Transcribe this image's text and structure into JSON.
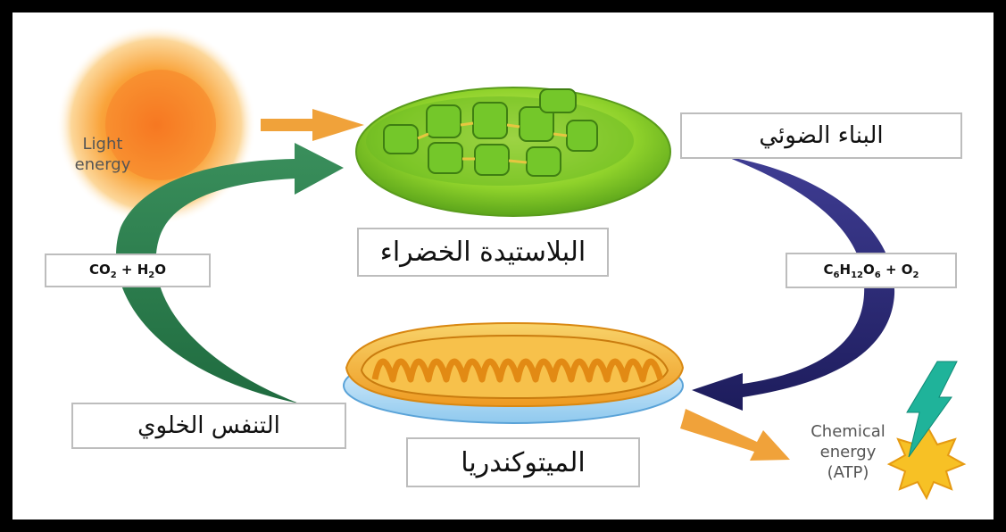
{
  "labels": {
    "light_energy_line1": "Light",
    "light_energy_line2": "energy",
    "chemical_energy_line1": "Chemical",
    "chemical_energy_line2": "energy",
    "chemical_energy_line3": "(ATP)",
    "chloroplast": "البلاستيدة الخضراء",
    "photosynthesis": "البناء الضوئي",
    "mitochondria": "الميتوكندريا",
    "cellular_respiration": "التنفس الخلوي"
  },
  "equations": {
    "left_co2": "CO",
    "left_co2_sub": "2",
    "left_plus": " + H",
    "left_h2_sub": "2",
    "left_o": "O",
    "right_c": "C",
    "right_c_sub": "6",
    "right_h": "H",
    "right_h_sub": "12",
    "right_o": "O",
    "right_o_sub": "6",
    "right_plus": " + O",
    "right_o2_sub": "2"
  },
  "colors": {
    "left_arrow": "#1f6b3f",
    "right_arrow": "#24236b",
    "energy_arrow": "#f0a23a",
    "chloroplast": "#7ccf2a",
    "mitochondria": "#f3a92c",
    "sun": "#f89a2a",
    "lightning": "#1fb39a"
  }
}
